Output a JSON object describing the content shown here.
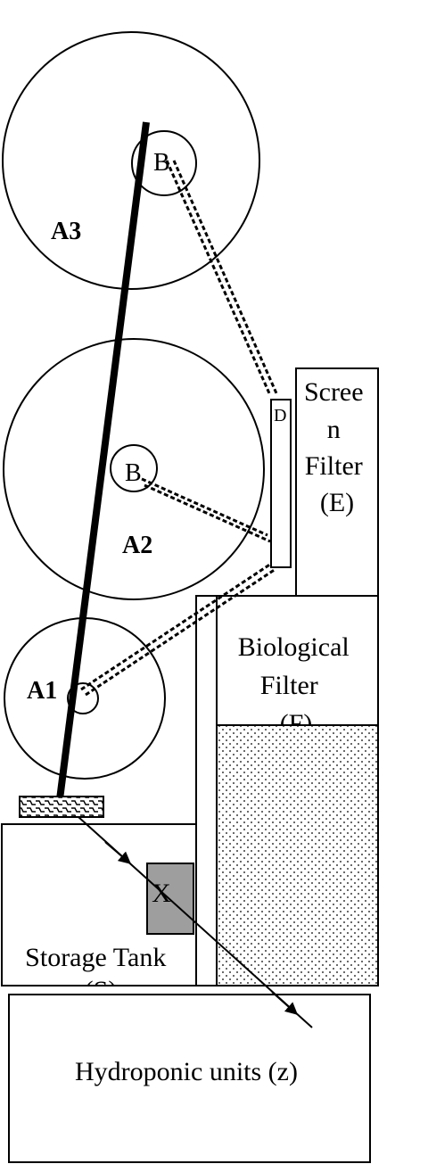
{
  "tanks": {
    "a3": {
      "label": "A3"
    },
    "a2": {
      "label": "A2"
    },
    "a1": {
      "label": "A1"
    }
  },
  "inlets": {
    "b_upper": {
      "label": "B"
    },
    "b_middle": {
      "label": "B"
    }
  },
  "overflow": {
    "label": "D"
  },
  "screen_filter": {
    "line1": "Scree",
    "line2": "n",
    "line3": "Filter",
    "line4": "(E)"
  },
  "bio_filter": {
    "line1": "Biological",
    "line2": "Filter",
    "line3": "(F)"
  },
  "pump": {
    "label": "X"
  },
  "storage_tank": {
    "line1": "Storage Tank",
    "line2": "(S)"
  },
  "hydroponic": {
    "label": "Hydroponic units (z)"
  },
  "colors": {
    "stroke": "#000000",
    "pump_fill": "#9e9e9e",
    "background": "#ffffff"
  }
}
